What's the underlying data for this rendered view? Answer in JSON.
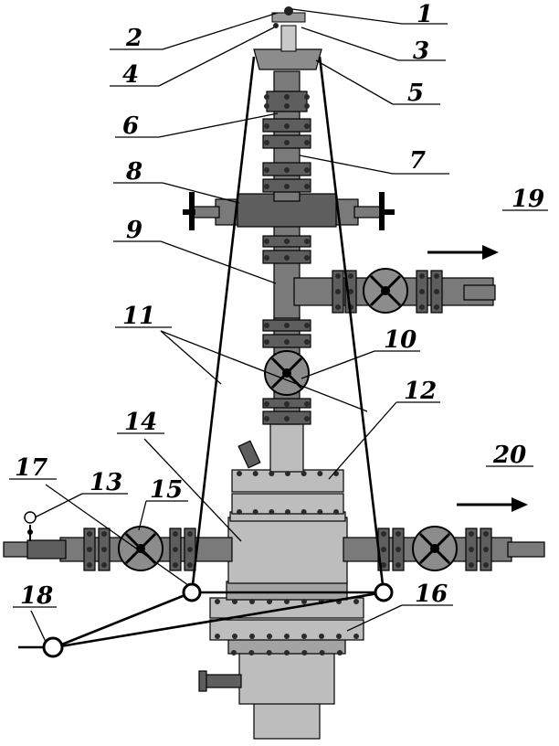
{
  "callouts": [
    {
      "id": "1",
      "text": "1"
    },
    {
      "id": "2",
      "text": "2"
    },
    {
      "id": "3",
      "text": "3"
    },
    {
      "id": "4",
      "text": "4"
    },
    {
      "id": "5",
      "text": "5"
    },
    {
      "id": "6",
      "text": "6"
    },
    {
      "id": "7",
      "text": "7"
    },
    {
      "id": "8",
      "text": "8"
    },
    {
      "id": "9",
      "text": "9"
    },
    {
      "id": "10",
      "text": "10"
    },
    {
      "id": "11",
      "text": "11"
    },
    {
      "id": "12",
      "text": "12"
    },
    {
      "id": "13",
      "text": "13"
    },
    {
      "id": "14",
      "text": "14"
    },
    {
      "id": "15",
      "text": "15"
    },
    {
      "id": "16",
      "text": "16"
    },
    {
      "id": "17",
      "text": "17"
    },
    {
      "id": "18",
      "text": "18"
    },
    {
      "id": "19",
      "text": "19"
    },
    {
      "id": "20",
      "text": "20"
    }
  ],
  "flow_arrows": [
    {
      "id": "19",
      "direction": "right"
    },
    {
      "id": "20",
      "direction": "right"
    }
  ],
  "colors": {
    "line": "#000000",
    "dark_steel": "#5e5e5e",
    "steel": "#7a7a7a",
    "light_steel": "#bdbdbd",
    "background": "#ffffff"
  }
}
